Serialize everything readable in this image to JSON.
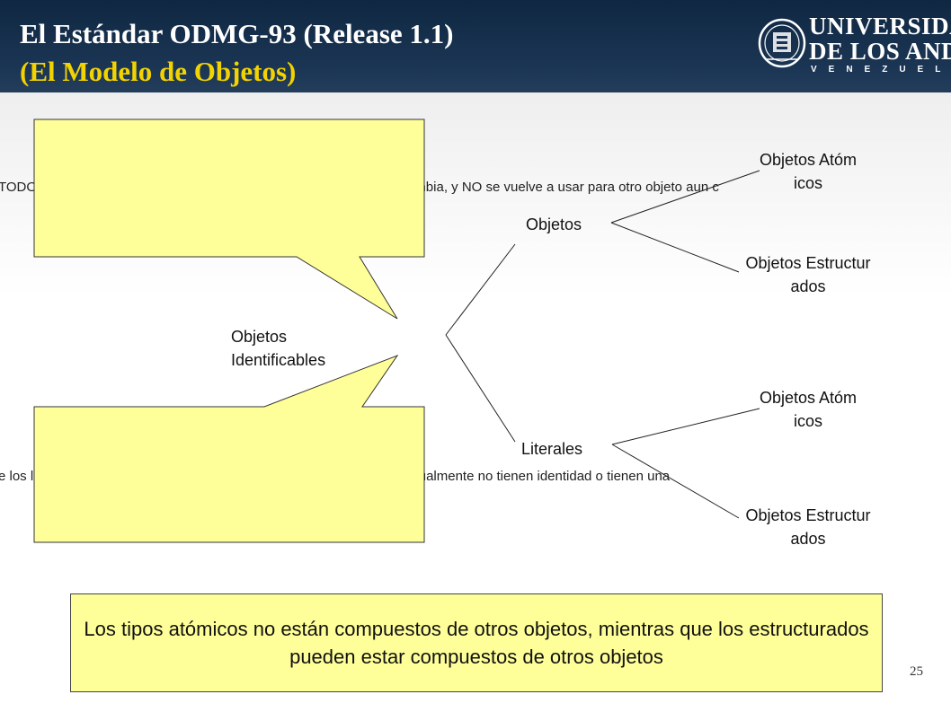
{
  "header": {
    "title_line1": "El Estándar ODMG-93 (Release 1.1)",
    "title_line2": "(El Modelo de Objetos)",
    "logo": {
      "line1": "UNIVERSIDAD",
      "line2": "DE LOS ANDES",
      "line3": "VENEZUELA"
    }
  },
  "callouts": {
    "top_text": "TODO el ciclo de vida de los mismos. La identidad de un objeto no cambia, y NO se vuelve a usar para otro objeto aun c",
    "bottom_text": "e los literales no pueden ser modificados (Inmutables). Los literales usualmente no tienen identidad o tienen una"
  },
  "tree": {
    "root": "Objetos Identificables",
    "objetos": "Objetos",
    "literales": "Literales",
    "obj_atomicos": "Objetos Atómicos",
    "obj_estructurados": "Objetos Estructurados",
    "lit_atomicos": "Objetos Atómicos",
    "lit_estructurados": "Objetos Estructurados"
  },
  "note": "Los tipos atómicos no están compuestos de otros objetos, mientras que los estructurados pueden estar compuestos de otros objetos",
  "page_number": "25",
  "colors": {
    "header_bg": "#1a3553",
    "title_primary": "#ffffff",
    "title_secondary": "#f2d200",
    "callout_fill": "#ffff99"
  }
}
